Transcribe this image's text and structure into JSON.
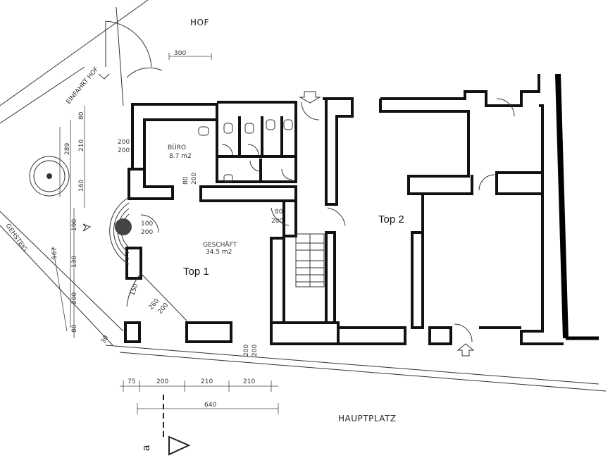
{
  "labels": {
    "hof": "HOF",
    "hauptplatz": "HAUPTPLATZ",
    "top1": "Top 1",
    "top2": "Top 2",
    "buero": "BÜRO",
    "buero_area": "8.7 m2",
    "geschaeft": "GESCHÄFT",
    "geschaeft_area": "34.5 m2",
    "einfahrt": "EINFAHRT HOF",
    "gehsteig": "GEHSTEIG"
  },
  "dimensions": {
    "top_300": "300",
    "left_80": "80",
    "left_210": "210",
    "left_289": "289",
    "left_160": "160",
    "left_190": "190",
    "left_130": "130",
    "left_567": "567",
    "left_200": "200",
    "left_80b": "80",
    "left_30": "30",
    "buero_door_a": "200",
    "buero_door_b": "200",
    "door_80": "80",
    "door_200": "200",
    "stair_80": "80",
    "stair_200": "200",
    "round_100": "100",
    "round_200": "200",
    "diag_150": "150",
    "diag_260": "260",
    "diag_200": "200",
    "front_200a": "200",
    "front_200b": "200",
    "bottom_75": "75",
    "bottom_200": "200",
    "bottom_210a": "210",
    "bottom_210b": "210",
    "bottom_640": "640",
    "section_mark": "a"
  }
}
